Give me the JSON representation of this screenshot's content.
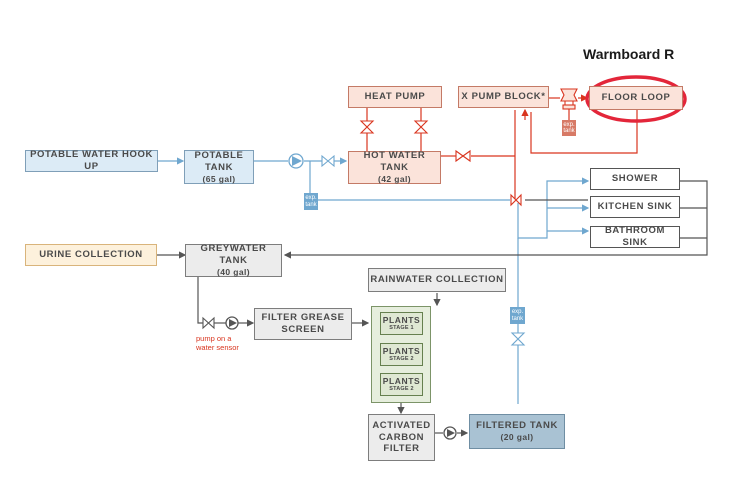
{
  "annotation": {
    "label": "Warmboard R",
    "highlight_color": "#e3263a"
  },
  "colors": {
    "potable": "#6fa7cf",
    "hot": "#d9351f",
    "grey": "#555555"
  },
  "boxes": {
    "potable_hookup": "POTABLE WATER HOOK UP",
    "potable_tank": {
      "title": "POTABLE TANK",
      "sub": "(65 gal)"
    },
    "heat_pump": "HEAT PUMP",
    "hot_water_tank": {
      "title": "HOT WATER TANK",
      "sub": "(42 gal)"
    },
    "x_pump_block": "X PUMP BLOCK*",
    "floor_loop": "FLOOR LOOP",
    "shower": "SHOWER",
    "kitchen_sink": "KITCHEN SINK",
    "bathroom_sink": "BATHROOM SINK",
    "urine_collection": "URINE COLLECTION",
    "greywater_tank": {
      "title": "GREYWATER TANK",
      "sub": "(40 gal)"
    },
    "rainwater_collection": "RAINWATER COLLECTION",
    "filter_grease_screen": {
      "line1": "FILTER GREASE",
      "line2": "SCREEN"
    },
    "plants": [
      {
        "title": "PLANTS",
        "stage": "STAGE 1"
      },
      {
        "title": "PLANTS",
        "stage": "STAGE 2"
      },
      {
        "title": "PLANTS",
        "stage": "STAGE 2"
      }
    ],
    "activated_carbon_filter": {
      "line1": "ACTIVATED",
      "line2": "CARBON",
      "line3": "FILTER"
    },
    "filtered_tank": {
      "title": "FILTERED TANK",
      "sub": "(20 gal)"
    }
  },
  "expansion_tanks": {
    "line1": "exp.",
    "line2": "tank"
  },
  "notes": {
    "pump_sensor_line1": "pump on a",
    "pump_sensor_line2": "water sensor"
  },
  "icons": [
    "valve-icon",
    "pump-icon",
    "heat-exchanger-icon",
    "arrow-icon"
  ]
}
